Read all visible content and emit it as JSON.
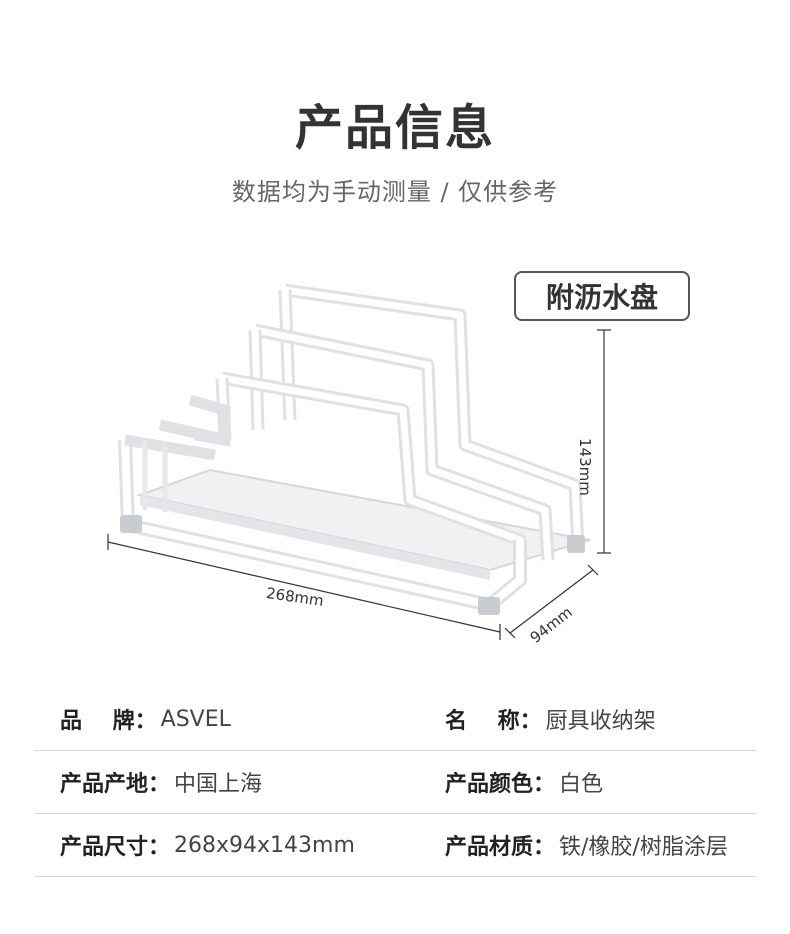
{
  "header": {
    "title": "产品信息",
    "subtitle": "数据均为手动测量 / 仅供参考"
  },
  "product": {
    "badge": "附沥水盘",
    "dimensions": {
      "height": "143mm",
      "width": "268mm",
      "depth": "94mm"
    }
  },
  "specs": [
    {
      "left_key": "品    牌：",
      "left_val": "ASVEL",
      "right_key": "名    称：",
      "right_val": "厨具收纳架"
    },
    {
      "left_key": "产品产地：",
      "left_val": "中国上海",
      "right_key": "产品颜色：",
      "right_val": "白色"
    },
    {
      "left_key": "产品尺寸：",
      "left_val": "268x94x143mm",
      "right_key": "产品材质：",
      "right_val": "铁/橡胶/树脂涂层"
    }
  ]
}
